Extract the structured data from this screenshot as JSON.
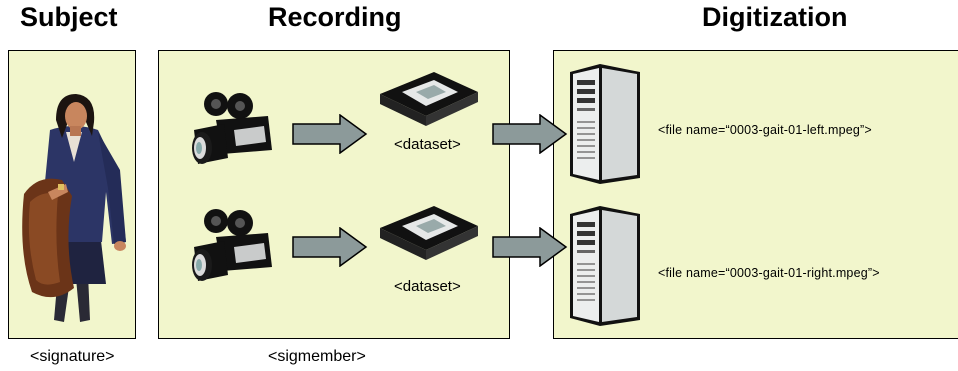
{
  "headings": {
    "subject": "Subject",
    "recording": "Recording",
    "digitization": "Digitization"
  },
  "recording": {
    "rows": [
      {
        "dataset_label": "<dataset>"
      },
      {
        "dataset_label": "<dataset>"
      }
    ]
  },
  "digitization": {
    "files": [
      {
        "label": "<file name=“0003-gait-01-left.mpeg”>"
      },
      {
        "label": "<file name=“0003-gait-01-right.mpeg”>"
      }
    ]
  },
  "captions": {
    "subject": "<signature>",
    "recording": "<sigmember>"
  },
  "colors": {
    "panel_fill": "#f2f6cc",
    "arrow_fill": "#8c9a9a",
    "camera_body": "#111111",
    "server_body": "#eceeee"
  },
  "icons": {
    "person": "person-icon",
    "camera": "video-camera-icon",
    "tape": "videotape-icon",
    "server": "server-tower-icon",
    "arrow": "right-arrow-icon"
  }
}
